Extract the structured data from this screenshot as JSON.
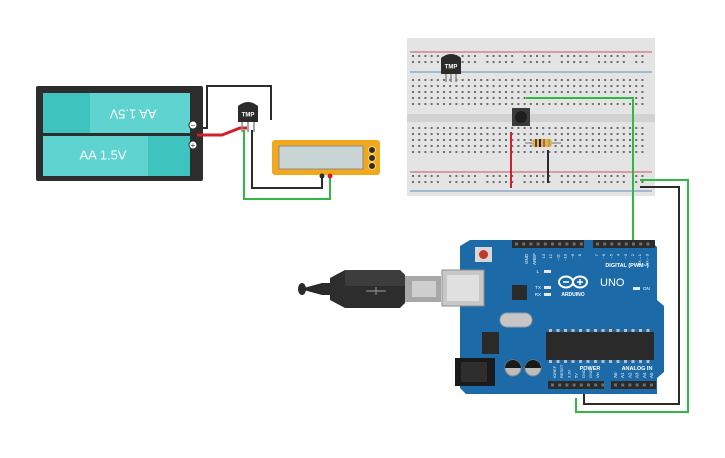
{
  "battery_pack": {
    "cell_top_label": "AA 1.5V",
    "cell_bottom_label": "AA 1.5V",
    "minus_sign": "−",
    "plus_sign": "+"
  },
  "sensors": {
    "tmp_left_label": "TMP",
    "tmp_breadboard_label": "TMP"
  },
  "arduino": {
    "logo_text": "ARDUINO",
    "model": "UNO",
    "digital_header": "DIGITAL (PWM~)",
    "power_header": "POWER",
    "analog_header": "ANALOG IN",
    "on_label": "ON",
    "led_l": "L",
    "led_tx": "TX",
    "led_rx": "RX",
    "aref": "AREF",
    "gnd": "GND",
    "digital_pins": [
      "13",
      "12",
      "~11",
      "~10",
      "~9",
      "8",
      "7",
      "~6",
      "~5",
      "4",
      "~3",
      "2",
      "TX→1",
      "RX←0"
    ],
    "power_pins": [
      "IOREF",
      "RESET",
      "3.3V",
      "5V",
      "GND",
      "GND",
      "Vin"
    ],
    "analog_pins": [
      "A0",
      "A1",
      "A2",
      "A3",
      "A4",
      "A5"
    ]
  },
  "colors": {
    "wire_green": "#2fb844",
    "wire_black": "#2b2b2b",
    "wire_red": "#d0202a",
    "board_blue": "#1c6aa8",
    "battery_teal": "#3fc3bf",
    "multimeter_yellow": "#f2a81d",
    "breadboard_bg": "#e4e4e4"
  }
}
